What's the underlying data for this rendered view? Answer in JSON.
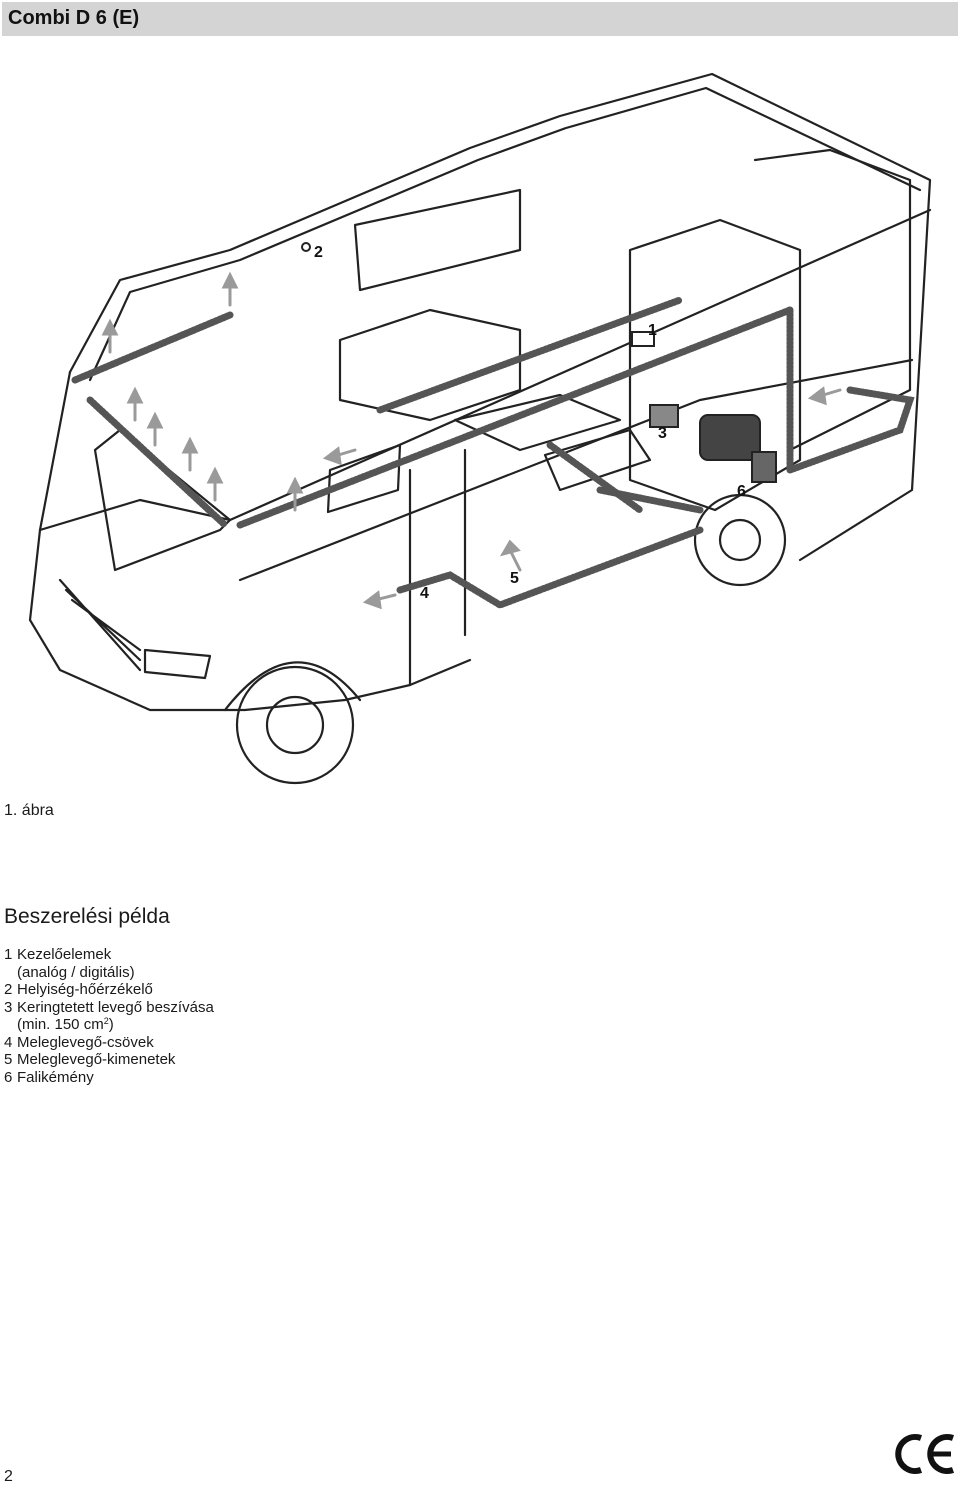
{
  "header": {
    "title": "Combi D 6 (E)"
  },
  "figure": {
    "callouts": [
      "1",
      "2",
      "3",
      "4",
      "5",
      "6"
    ],
    "caption": "1. ábra"
  },
  "section": {
    "title": "Beszerelési példa",
    "items": [
      {
        "num": "1",
        "text": "Kezelőelemek",
        "cont": "(analóg / digitális)"
      },
      {
        "num": "2",
        "text": "Helyiség-hőérzékelő"
      },
      {
        "num": "3",
        "text": "Keringtetett levegő beszívása",
        "cont": "(min. 150 cm",
        "cont_sup": "2",
        "cont_tail": ")"
      },
      {
        "num": "4",
        "text": "Meleglevegő-csövek"
      },
      {
        "num": "5",
        "text": "Meleglevegő-kimenetek"
      },
      {
        "num": "6",
        "text": "Falikémény"
      }
    ]
  },
  "footer": {
    "page_number": "2",
    "mark": "CE"
  },
  "colors": {
    "header_bg": "#d4d4d4",
    "line": "#222222",
    "arrow": "#9a9a9a",
    "duct": "#555555"
  },
  "icons": {
    "ce_mark": "ce-mark-icon"
  }
}
